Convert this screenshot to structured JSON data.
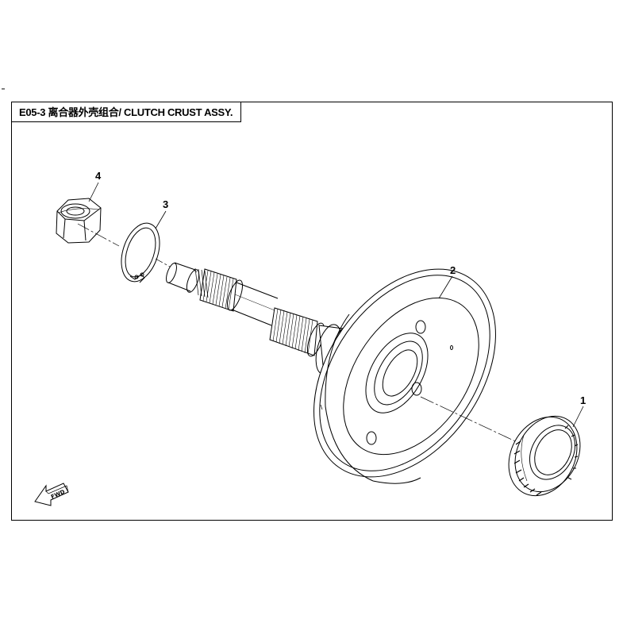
{
  "title": "E05-3 离合器外壳组合/ CLUTCH CRUST ASSY.",
  "callouts": {
    "one": "1",
    "two": "2",
    "three": "3",
    "four": "4"
  },
  "fwd_label": "FWD"
}
